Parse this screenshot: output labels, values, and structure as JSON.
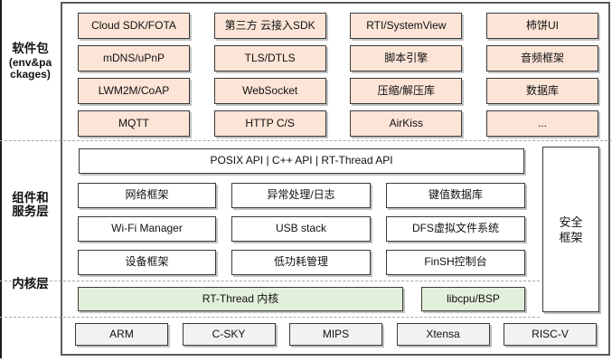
{
  "layers": {
    "packages_label": "软件包",
    "packages_sublabel": "(env&packages)",
    "components_label": "组件和服务层",
    "kernel_label": "内核层"
  },
  "packages": {
    "rows": [
      [
        "Cloud SDK/FOTA",
        "第三方 云接入SDK",
        "RTI/SystemView",
        "柿饼UI"
      ],
      [
        "mDNS/uPnP",
        "TLS/DTLS",
        "脚本引擎",
        "音频框架"
      ],
      [
        "LWM2M/CoAP",
        "WebSocket",
        "压缩/解压库",
        "数据库"
      ],
      [
        "MQTT",
        "HTTP C/S",
        "AirKiss",
        "..."
      ]
    ]
  },
  "components": {
    "api_bar": "POSIX API | C++ API | RT-Thread API",
    "rows": [
      [
        "网络框架",
        "异常处理/日志",
        "键值数据库"
      ],
      [
        "Wi-Fi Manager",
        "USB stack",
        "DFS虚拟文件系统"
      ],
      [
        "设备框架",
        "低功耗管理",
        "FinSH控制台"
      ]
    ],
    "security_label": "安全框架"
  },
  "kernel": {
    "kernel_label": "RT-Thread 内核",
    "libcpu_label": "libcpu/BSP"
  },
  "architectures": [
    "ARM",
    "C-SKY",
    "MIPS",
    "Xtensa",
    "RISC-V"
  ],
  "colors": {
    "package_fill": "#fce4d6",
    "kernel_fill": "#e2efda",
    "arch_fill": "#f2f2f2",
    "box_border": "#3a3a3a",
    "frame_border": "#5a5a5a",
    "dash_color": "#a8a8a8"
  }
}
